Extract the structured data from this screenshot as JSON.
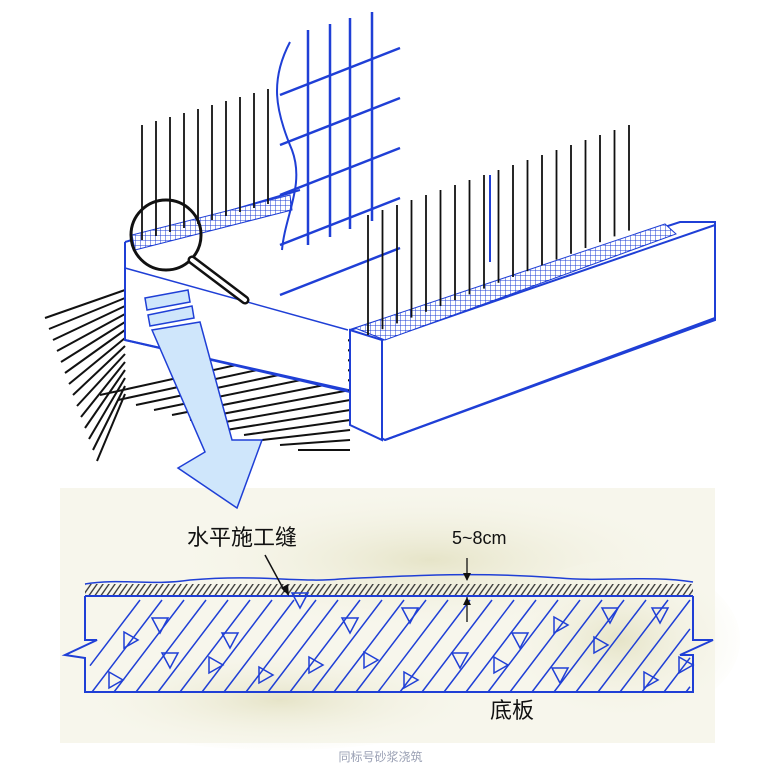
{
  "labels": {
    "construction_joint": "水平施工缝",
    "thickness": "5~8cm",
    "base_slab": "底板"
  },
  "caption": "同标号砂浆浇筑",
  "colors": {
    "line_blue": "#1f3fd6",
    "arrow_fill": "#cfe6fb",
    "hatch": "#333333",
    "background_beige": "#efeedd"
  }
}
